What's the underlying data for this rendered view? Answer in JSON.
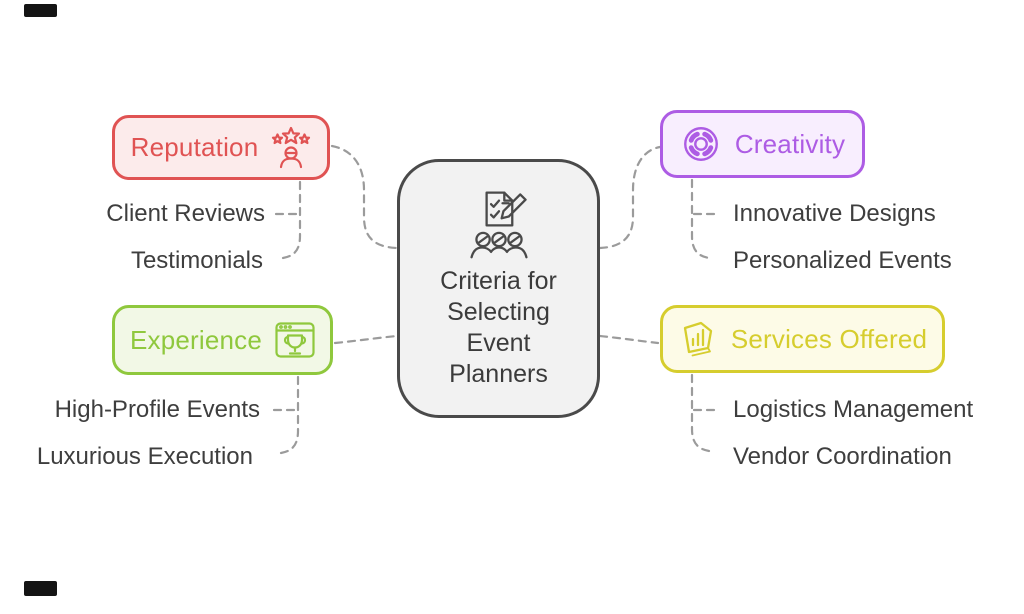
{
  "corner_markers": {
    "color": "#141414"
  },
  "connectors": {
    "color": "#9b9b9b",
    "style": "dashed"
  },
  "center_node": {
    "label": "Criteria for Selecting Event Planners",
    "lines": [
      "Criteria for",
      "Selecting",
      "Event",
      "Planners"
    ],
    "icon": "checklist-team-icon",
    "fill": "#f2f2f2",
    "border_color": "#4a4a4a",
    "text_color": "#3b3b3b"
  },
  "branches": {
    "reputation": {
      "label": "Reputation",
      "icon": "person-stars-icon",
      "color": "#e05353",
      "fill": "#fcebeb",
      "children": [
        "Client Reviews",
        "Testimonials"
      ]
    },
    "creativity": {
      "label": "Creativity",
      "icon": "creative-wheel-icon",
      "color": "#ad5ce4",
      "fill": "#f8eefe",
      "children": [
        "Innovative Designs",
        "Personalized Events"
      ]
    },
    "experience": {
      "label": "Experience",
      "icon": "trophy-window-icon",
      "color": "#8fc83d",
      "fill": "#f2f8e6",
      "children": [
        "High-Profile Events",
        "Luxurious Execution"
      ]
    },
    "services": {
      "label": "Services Offered",
      "icon": "chart-tag-icon",
      "color": "#d6cd2e",
      "fill": "#fdfbe7",
      "children": [
        "Logistics Management",
        "Vendor Coordination"
      ]
    }
  },
  "sub_label_color": "#3e3e3e"
}
